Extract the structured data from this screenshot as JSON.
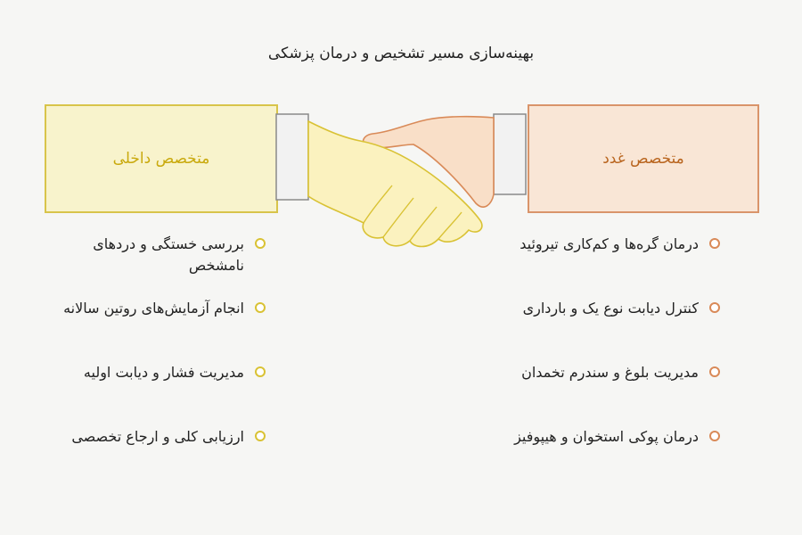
{
  "title": "بهینه‌سازی مسیر تشخیص و درمان پزشکی",
  "left_panel": {
    "label": "متخصص داخلی",
    "items": [
      "بررسی خستگی و دردهای نامشخص",
      "انجام آزمایش‌های روتین سالانه",
      "مدیریت فشار و دیابت اولیه",
      "ارزیابی کلی و ارجاع تخصصی"
    ]
  },
  "right_panel": {
    "label": "متخصص غدد",
    "items": [
      "درمان گره‌ها و کم‌کاری تیروئید",
      "کنترل دیابت نوع یک و بارداری",
      "مدیریت بلوغ و سندرم تخمدان",
      "درمان پوکی استخوان و هیپوفیز"
    ]
  },
  "colors": {
    "left_accent": "#d9c234",
    "right_accent": "#d98a58",
    "left_hand": "#fbf2bf",
    "right_hand": "#f9dfc8"
  },
  "icons": [
    "handshake-icon"
  ]
}
